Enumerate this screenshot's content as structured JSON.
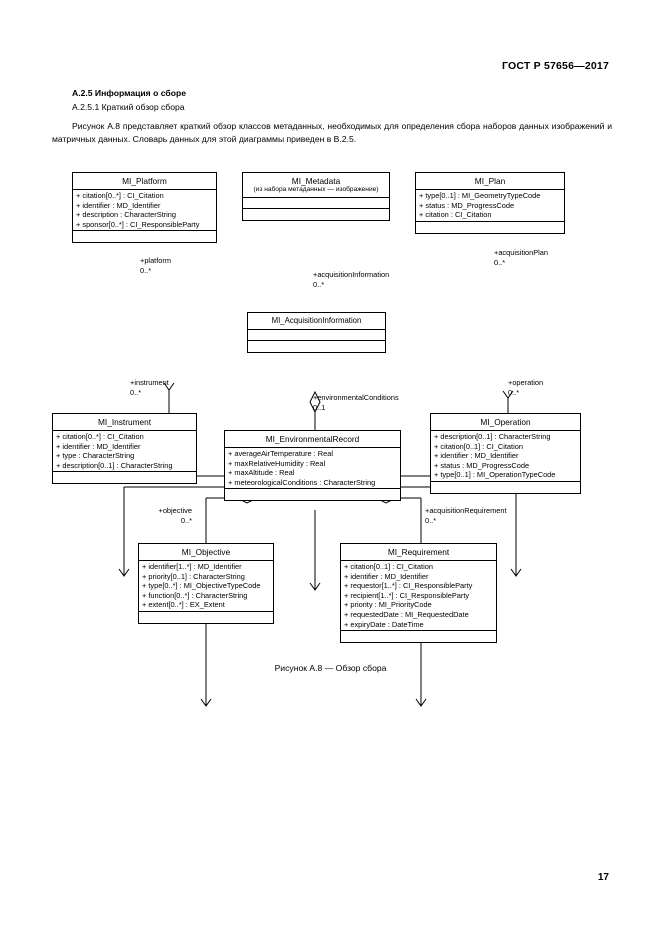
{
  "page": {
    "header": "ГОСТ Р 57656—2017",
    "number": "17"
  },
  "text": {
    "section_title": "А.2.5 Информация о сборе",
    "subsection_title": "А.2.5.1 Краткий обзор сбора",
    "paragraph": "Рисунок А.8 представляет краткий обзор классов метаданных, необходимых для определения сбора наборов данных изображений и матричных данных. Словарь данных для этой диаграммы приведен в В.2.5.",
    "figure_caption": "Рисунок А.8 — Обзор сбора"
  },
  "diagram": {
    "type": "uml-class-diagram",
    "classes": [
      {
        "id": "platform",
        "name": "MI_Platform",
        "stereotype": "",
        "attributes": [
          "+ citation[0..*] : CI_Citation",
          "+ identifier : MD_Identifier",
          "+ description : CharacterString",
          "+ sponsor[0..*] : CI_ResponsibleParty"
        ]
      },
      {
        "id": "metadata",
        "name": "MI_Metadata",
        "stereotype": "(из набора метаданных — изображение)",
        "attributes": []
      },
      {
        "id": "plan",
        "name": "MI_Plan",
        "stereotype": "",
        "attributes": [
          "+ type[0..1] : MI_GeometryTypeCode",
          "+ status : MD_ProgressCode",
          "+ citation : CI_Citation"
        ]
      },
      {
        "id": "acquisition",
        "name": "MI_AcquisitionInformation",
        "stereotype": "",
        "attributes": []
      },
      {
        "id": "instrument",
        "name": "MI_Instrument",
        "stereotype": "",
        "attributes": [
          "+ citation[0..*] : CI_Citation",
          "+ identifier : MD_Identifier",
          "+ type : CharacterString",
          "+ description[0..1] : CharacterString"
        ]
      },
      {
        "id": "envrecord",
        "name": "MI_EnvironmentalRecord",
        "stereotype": "",
        "attributes": [
          "+ averageAirTemperature : Real",
          "+ maxRelativeHumidity : Real",
          "+ maxAltitude : Real",
          "+ meteorologicalConditions : CharacterString"
        ]
      },
      {
        "id": "operation",
        "name": "MI_Operation",
        "stereotype": "",
        "attributes": [
          "+ description[0..1] : CharacterString",
          "+ citation[0..1] : CI_Citation",
          "+ identifier : MD_Identifier",
          "+ status : MD_ProgressCode",
          "+ type[0..1] : MI_OperationTypeCode"
        ]
      },
      {
        "id": "objective",
        "name": "MI_Objective",
        "stereotype": "",
        "attributes": [
          "+ identifier[1..*] : MD_Identifier",
          "+ priority[0..1] : CharacterString",
          "+ type[0..*] : MI_ObjectiveTypeCode",
          "+ function[0..*] : CharacterString",
          "+ extent[0..*] : EX_Extent"
        ]
      },
      {
        "id": "requirement",
        "name": "MI_Requirement",
        "stereotype": "",
        "attributes": [
          "+ citation[0..1] : CI_Citation",
          "+ identifier : MD_Identifier",
          "+ requestor[1..*] : CI_ResponsibleParty",
          "+ recipient[1..*] : CI_ResponsibleParty",
          "+ priority : MI_PriorityCode",
          "+ requestedDate : MI_RequestedDate",
          "+ expiryDate : DateTime"
        ]
      }
    ],
    "associations": [
      {
        "id": "platform",
        "role": "+platform",
        "multiplicity": "0..*"
      },
      {
        "id": "acquisition-information",
        "role": "+acquisitionInformation",
        "multiplicity": "0..*"
      },
      {
        "id": "acquisition-plan",
        "role": "+acquisitionPlan",
        "multiplicity": "0..*"
      },
      {
        "id": "instrument",
        "role": "+instrument",
        "multiplicity": "0..*"
      },
      {
        "id": "environmental-conditions",
        "role": "+environmentalConditions",
        "multiplicity": "0..1"
      },
      {
        "id": "operation",
        "role": "+operation",
        "multiplicity": "0..*"
      },
      {
        "id": "objective",
        "role": "+objective",
        "multiplicity": "0..*"
      },
      {
        "id": "acquisition-requirement",
        "role": "+acquisitionRequirement",
        "multiplicity": "0..*"
      }
    ]
  }
}
